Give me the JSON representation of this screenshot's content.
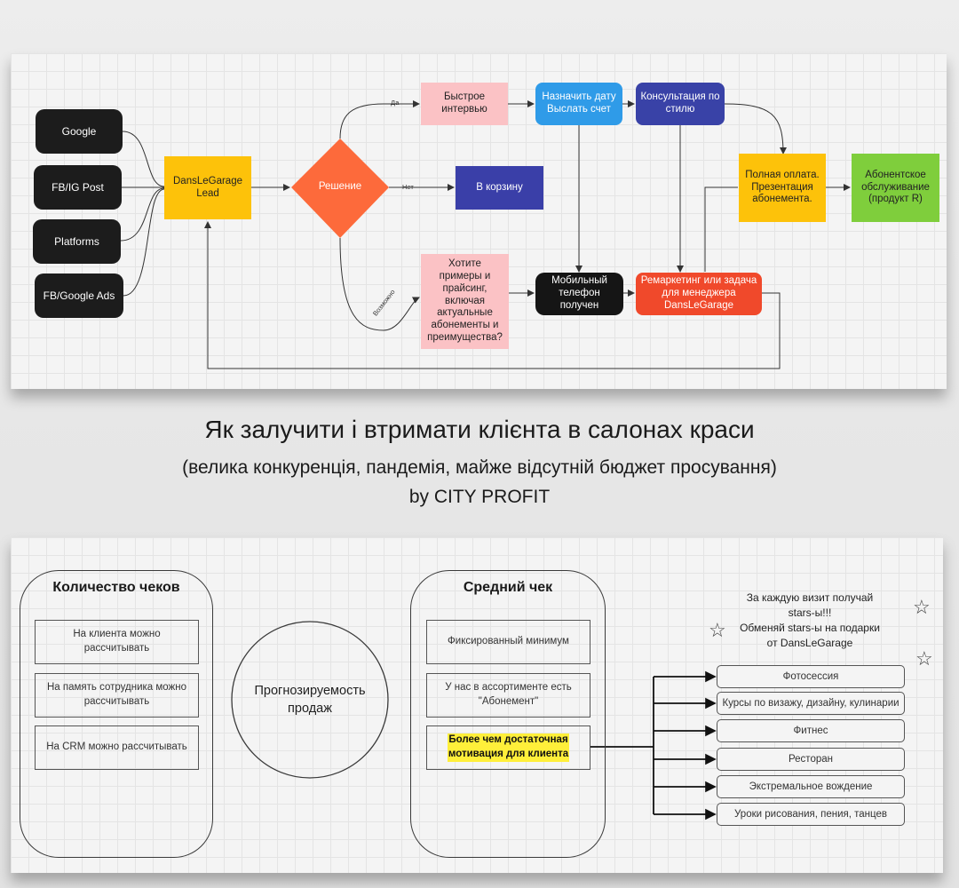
{
  "flowchart": {
    "sources": [
      "Google",
      "FB/IG Post",
      "Platforms",
      "FB/Google Ads"
    ],
    "lead": "DansLeGarage\nLead",
    "decision": "Решение",
    "edge_yes": "Да",
    "edge_no": "Нет",
    "edge_maybe": "Возможно",
    "quick_interview": "Быстрое\nинтервью",
    "assign_date": "Назначить дату\nВыслать счет",
    "consultation": "Консультация по\nстилю",
    "full_payment": "Полная оплата.\nПрезентация\nабонемента.",
    "subscription_service": "Абонентское\nобслуживание\n(продукт R)",
    "to_basket": "В корзину",
    "want_examples": "Хотите\nпримеры и\nпрайсинг,\nвключая\nактуальные\nабонементы и\nпреимущества?",
    "phone_received": "Мобильный\nтелефон\nполучен",
    "remarketing": "Ремаркетинг или задача\nдля менеджера\nDansLeGarage"
  },
  "heading": {
    "title": "Як залучити і втримати клієнта в салонах краси",
    "subtitle": "(велика конкуренція, пандемія, майже відсутній бюджет просування)",
    "byline": "by CITY PROFIT"
  },
  "mindmap": {
    "left_title": "Количество чеков",
    "left_items": [
      "На клиента можно\nрассчитывать",
      "На память сотрудника можно\nрассчитывать",
      "На CRM можно рассчитывать"
    ],
    "center_circle": "Прогнозируемость\nпродаж",
    "right_title": "Средний чек",
    "right_items": [
      "Фиксированный минимум",
      "У нас в ассортименте есть\n\"Абонемент\""
    ],
    "motivation": "Более чем достаточная\nмотивация для клиента",
    "stars_note": "За каждую визит получай\nstars-ы!!!\nОбменяй stars-ы на подарки\nот  DansLeGarage",
    "rewards": [
      "Фотосессия",
      "Курсы по визажу, дизайну, кулинарии",
      "Фитнес",
      "Ресторан",
      "Экстремальное вождение",
      "Уроки рисования, пения, танцев"
    ]
  }
}
